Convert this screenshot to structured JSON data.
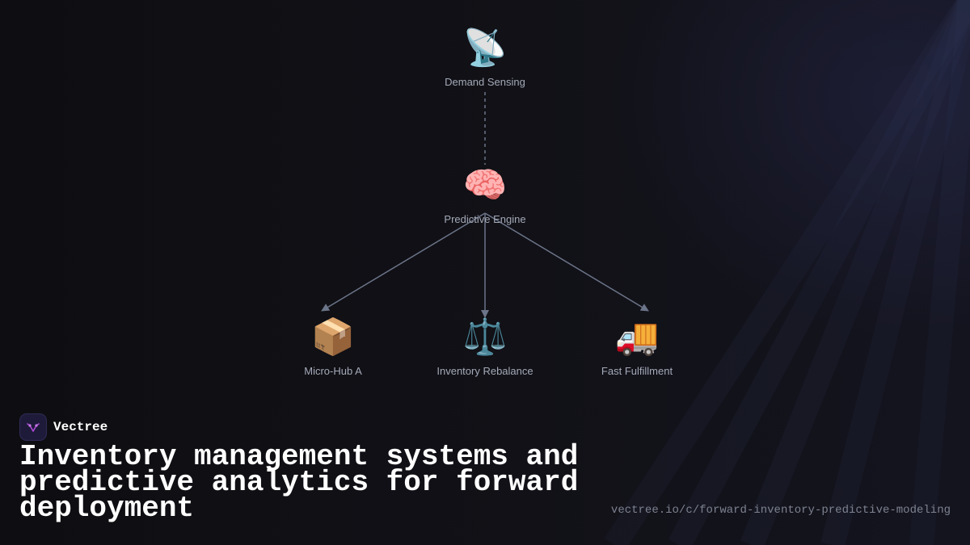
{
  "diagram": {
    "nodes": [
      {
        "id": "demand",
        "icon": "satellite-antenna-icon",
        "glyph": "📡",
        "label": "Demand Sensing"
      },
      {
        "id": "engine",
        "icon": "brain-icon",
        "glyph": "🧠",
        "label": "Predictive Engine"
      },
      {
        "id": "hub",
        "icon": "package-icon",
        "glyph": "📦",
        "label": "Micro-Hub A"
      },
      {
        "id": "rebalance",
        "icon": "balance-scale-icon",
        "glyph": "⚖️",
        "label": "Inventory Rebalance"
      },
      {
        "id": "fulfillment",
        "icon": "delivery-truck-icon",
        "glyph": "🚚",
        "label": "Fast Fulfillment"
      }
    ],
    "edges": [
      {
        "from": "demand",
        "to": "engine",
        "style": "dashed"
      },
      {
        "from": "engine",
        "to": "hub",
        "style": "arrow"
      },
      {
        "from": "engine",
        "to": "rebalance",
        "style": "arrow"
      },
      {
        "from": "engine",
        "to": "fulfillment",
        "style": "arrow"
      }
    ]
  },
  "brand": {
    "name": "Vectree",
    "logo_icon": "vectree-logo-icon"
  },
  "headline": "Inventory management systems and predictive analytics for forward deployment",
  "url": "vectree.io/c/forward-inventory-predictive-modeling",
  "colors": {
    "background": "#0f0f14",
    "edge": "#6b7488",
    "label": "#a4aab8",
    "headline": "#ffffff",
    "url": "#7d8290",
    "logo_bg": "#1e1b3a",
    "logo_accent": "#b04ad8"
  }
}
